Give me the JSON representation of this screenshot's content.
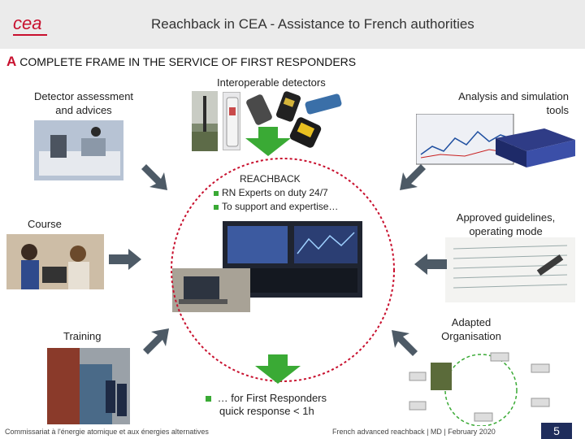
{
  "header": {
    "logo_text": "cea",
    "title": "Reachback in CEA - Assistance to French authorities"
  },
  "subtitle": {
    "prefix": "A",
    "text": "COMPLETE FRAME IN THE SERVICE OF FIRST RESPONDERS"
  },
  "labels": {
    "interoperable_detectors": "Interoperable detectors",
    "detector_assessment_line1": "Detector assessment",
    "detector_assessment_line2": "and advices",
    "analysis_line1": "Analysis and simulation",
    "analysis_line2": "tools",
    "course": "Course",
    "approved_line1": "Approved guidelines,",
    "approved_line2": "operating mode",
    "training": "Training",
    "adapted_line1": "Adapted",
    "adapted_line2": "Organisation"
  },
  "center": {
    "head": "REACHBACK",
    "bullet1": "RN Experts on duty 24/7",
    "bullet2": "To support and expertise…"
  },
  "final": {
    "line1": "… for First Responders",
    "line2": "quick response < 1h"
  },
  "footer": {
    "left": "Commissariat à l'énergie atomique et aux énergies alternatives",
    "right": "French advanced reachback | MD | February 2020",
    "page": "5"
  },
  "colors": {
    "accent_red": "#c8102e",
    "arrow_green": "#3aaa35",
    "arrow_gray": "#4d5a66",
    "footer_blue": "#1f2d5c"
  }
}
